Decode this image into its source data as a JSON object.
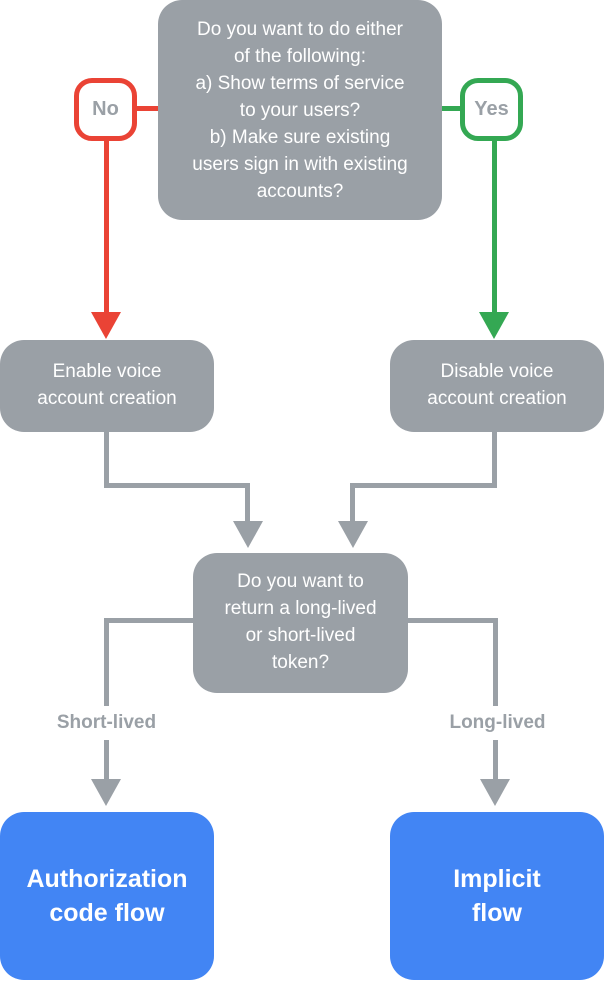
{
  "colors": {
    "node_gray": "#9AA0A6",
    "connector_gray": "#9AA0A6",
    "no_red": "#EA4335",
    "yes_green": "#34A853",
    "result_blue": "#4285F4",
    "node_text": "#FFFFFF",
    "label_text": "#9AA0A6",
    "background": "#FFFFFF"
  },
  "flowchart": {
    "question_terms": "Do you want to do either\nof the following:\na) Show terms of service\nto your users?\nb) Make sure existing\nusers sign in with existing\naccounts?",
    "no_label": "No",
    "yes_label": "Yes",
    "enable_voice": "Enable voice\naccount creation",
    "disable_voice": "Disable voice\naccount creation",
    "question_token": "Do you want to\nreturn a long-lived\nor short-lived\ntoken?",
    "short_lived_label": "Short-lived",
    "long_lived_label": "Long-lived",
    "authorization_result": "Authorization\ncode flow",
    "implicit_result": "Implicit\nflow"
  }
}
